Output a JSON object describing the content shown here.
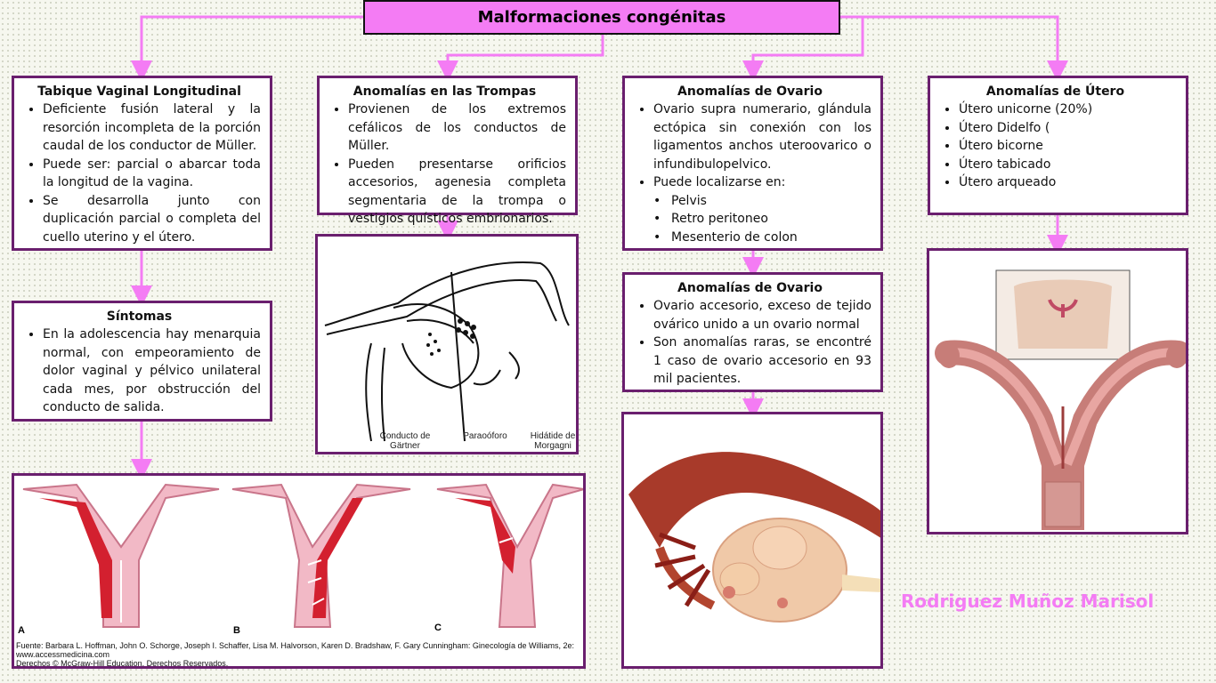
{
  "title": "Malformaciones congénitas",
  "boxes": {
    "tabique": {
      "title": "Tabique Vaginal Longitudinal",
      "items": [
        "Deficiente fusión lateral y la resorción incompleta de la porción caudal de los conductor de Müller.",
        "Puede ser: parcial o abarcar toda la longitud de la vagina.",
        "Se desarrolla junto con duplicación parcial o completa del cuello uterino y el útero."
      ]
    },
    "sintomas": {
      "title": "Síntomas",
      "items": [
        "En la adolescencia hay menarquia normal, con empeoramiento de dolor vaginal y pélvico unilateral cada mes, por obstrucción del conducto de salida."
      ]
    },
    "trompas": {
      "title": "Anomalías en las Trompas",
      "items": [
        "Provienen de los extremos cefálicos de los conductos de Müller.",
        "Pueden presentarse orificios accesorios, agenesia completa segmentaria de la trompa o vestigios quísticos embrionarios."
      ]
    },
    "ovario1": {
      "title": "Anomalías de Ovario",
      "items": [
        "Ovario supra numerario, glándula ectópica sin conexión con los ligamentos anchos uteroovarico o infundibulopelvico.",
        "Puede localizarse en:"
      ],
      "subitems": [
        "Pelvis",
        "Retro peritoneo",
        "Mesenterio de colon"
      ]
    },
    "ovario2": {
      "title": "Anomalías de Ovario",
      "items": [
        "Ovario accesorio, exceso de tejido ovárico unido a un ovario normal",
        "Son anomalías raras, se encontré 1 caso de ovario accesorio en 93 mil pacientes."
      ]
    },
    "utero": {
      "title": "Anomalías de Útero",
      "items": [
        "Útero unicorne (20%)",
        "Útero Didelfo (",
        "Útero bicorne",
        "Útero tabicado",
        "Útero arqueado"
      ]
    }
  },
  "trompa_figure": {
    "labels": [
      "Conducto de Gärtner",
      "Paraoóforo",
      "Hidátide de Morgagni"
    ]
  },
  "septum_figure": {
    "panel_letters": [
      "A",
      "B",
      "C"
    ],
    "source": "Fuente: Barbara L. Hoffman, John O. Schorge, Joseph I. Schaffer, Lisa M. Halvorson, Karen D. Bradshaw, F. Gary Cunningham: Ginecología de Williams, 2e: www.accessmedicina.com",
    "copyright": "Derechos © McGraw-Hill Education. Derechos Reservados."
  },
  "author": "Rodriguez Muñoz Marisol",
  "colors": {
    "connector": "#f47cf4",
    "title_fill": "#f47cf4",
    "box_border": "#6a1f6e",
    "author": "#f47cf4"
  }
}
